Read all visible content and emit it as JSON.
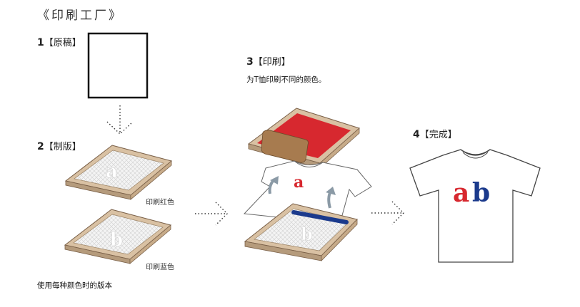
{
  "title": "《印刷工厂》",
  "steps": [
    {
      "num": "1",
      "label": "【原稿】"
    },
    {
      "num": "2",
      "label": "【制版】"
    },
    {
      "num": "3",
      "label": "【印刷】"
    },
    {
      "num": "4",
      "label": "【完成】"
    }
  ],
  "print_desc": "为T恤印刷不同的颜色。",
  "plate_labels": {
    "red": "印刷红色",
    "blue": "印刷蓝色"
  },
  "plate_caption": "使用每种颜色时的版本",
  "letters": {
    "a": "a",
    "b": "b",
    "ab": "ab"
  },
  "colors": {
    "red": "#d7282f",
    "blue": "#1b3a8c",
    "frame": "#d9c1a3",
    "squeegee": "#a77b4f"
  }
}
